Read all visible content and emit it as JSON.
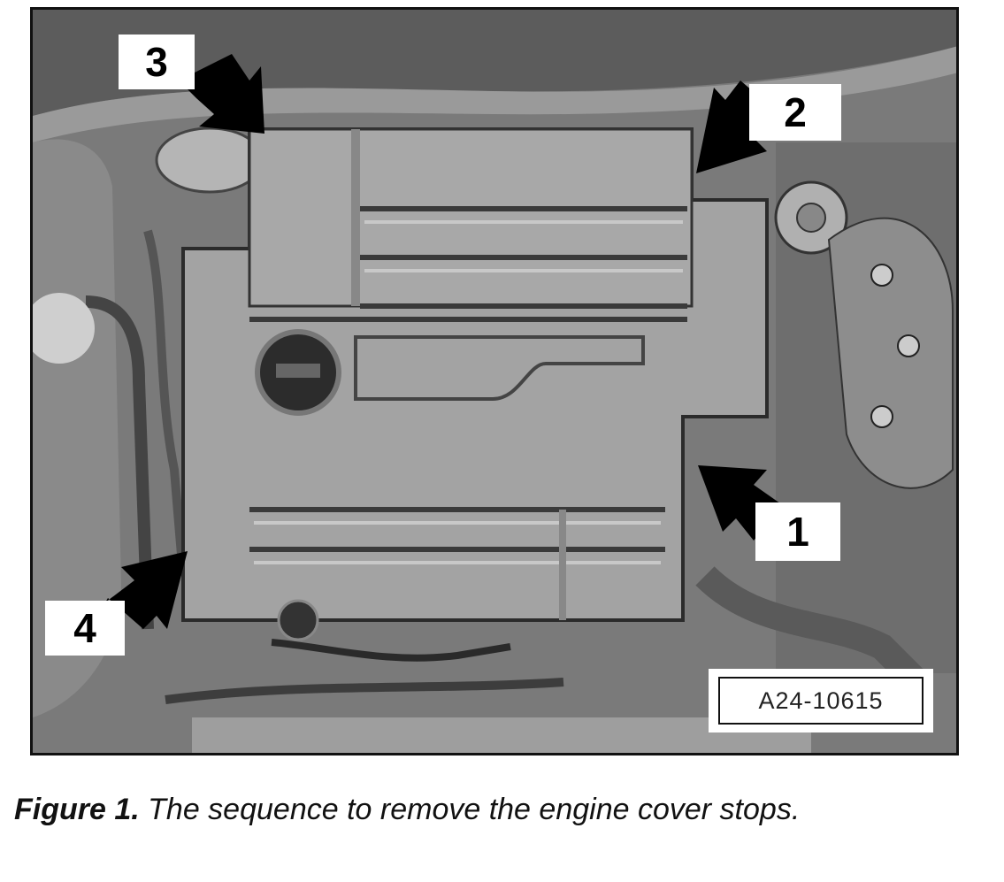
{
  "figure": {
    "reference_code": "A24-10615",
    "callouts": [
      {
        "number": "1"
      },
      {
        "number": "2"
      },
      {
        "number": "3"
      },
      {
        "number": "4"
      }
    ]
  },
  "caption": {
    "label": "Figure 1.",
    "text": " The sequence to remove the engine cover stops."
  },
  "colors": {
    "frame_border": "#111111",
    "engine_cover": "#9b9b9b",
    "background_parts": "#707070",
    "arrow": "#000000"
  }
}
